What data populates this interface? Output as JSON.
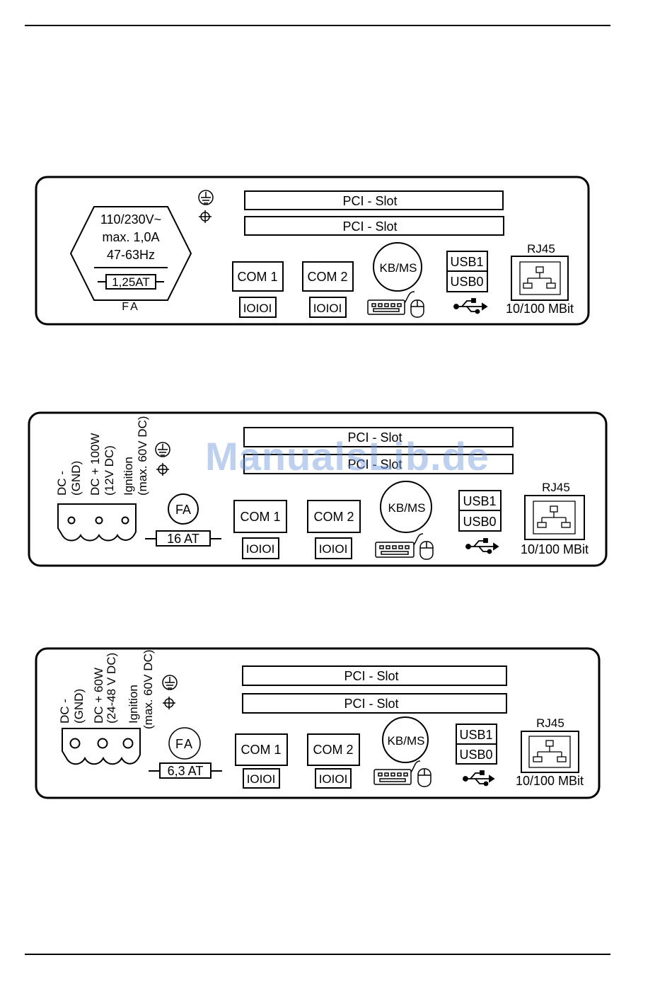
{
  "panel_ac": {
    "fuse_box_lines": [
      "110/230V~",
      "max. 1,0A",
      "47-63Hz"
    ],
    "fuse_rating": "1,25AT",
    "fuse_label": "FA",
    "pci_slots": [
      "PCI - Slot",
      "PCI - Slot"
    ],
    "com_ports": [
      "COM 1",
      "COM 2"
    ],
    "serial_glyph": "IOIOI",
    "kbms": "KB/MS",
    "usb": [
      "USB1",
      "USB0"
    ],
    "rj45_title": "RJ45",
    "rj45_speed": "10/100 MBit"
  },
  "panel_dc100": {
    "label_gnd": [
      "DC -",
      "(GND)"
    ],
    "label_dc": [
      "DC +  100W",
      "(12V DC)"
    ],
    "label_ign": [
      "Ignition",
      "(max. 60V DC)"
    ],
    "fuse_label": "FA",
    "fuse_rating": "16 AT",
    "pci_slots": [
      "PCI - Slot",
      "PCI - Slot"
    ],
    "com_ports": [
      "COM 1",
      "COM 2"
    ],
    "serial_glyph": "IOIOI",
    "kbms": "KB/MS",
    "usb": [
      "USB1",
      "USB0"
    ],
    "rj45_title": "RJ45",
    "rj45_speed": "10/100 MBit"
  },
  "panel_dc60": {
    "label_gnd": [
      "DC -",
      "(GND)"
    ],
    "label_dc": [
      "DC + 60W",
      "(24-48 V DC)"
    ],
    "label_ign": [
      "Ignition",
      "(max. 60V DC)"
    ],
    "fuse_label": "FA",
    "fuse_rating": "6,3 AT",
    "pci_slots": [
      "PCI - Slot",
      "PCI - Slot"
    ],
    "com_ports": [
      "COM 1",
      "COM 2"
    ],
    "serial_glyph": "IOIOI",
    "kbms": "KB/MS",
    "usb": [
      "USB1",
      "USB0"
    ],
    "rj45_title": "RJ45",
    "rj45_speed": "10/100 MBit"
  },
  "watermark": "ManualsLib.de",
  "icons": [
    "ground-icon",
    "chassis-icon",
    "keyboard-icon",
    "mouse-icon",
    "usb-icon",
    "rj45-network-icon",
    "terminal-block-icon",
    "fuse-icon"
  ]
}
